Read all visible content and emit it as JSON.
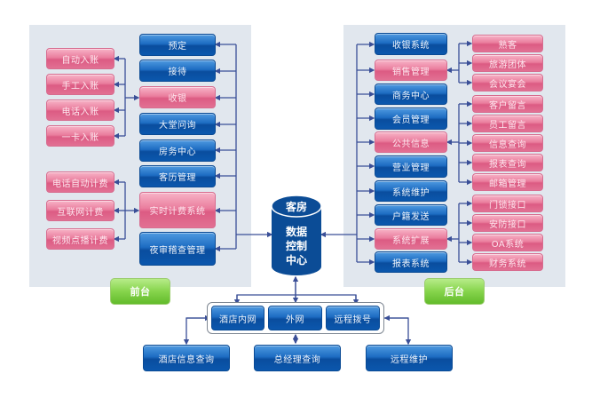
{
  "colors": {
    "panel_bg": "#e1e7ee",
    "blue": "#1d6cc2",
    "pink": "#e27093",
    "green": "#86d44c",
    "connector": "#3a4f97",
    "database": "#0b4c96"
  },
  "center": {
    "database_label_lines": [
      "客房",
      "数据",
      "控制",
      "中心"
    ]
  },
  "front_desk": {
    "label": "前台",
    "main_items": [
      {
        "label": "预定",
        "color": "blue"
      },
      {
        "label": "接待",
        "color": "blue"
      },
      {
        "label": "收银",
        "color": "pink"
      },
      {
        "label": "大堂问询",
        "color": "blue"
      },
      {
        "label": "房务中心",
        "color": "blue"
      },
      {
        "label": "客历管理",
        "color": "blue"
      },
      {
        "label": "实时计费系统",
        "color": "pink"
      },
      {
        "label": "夜审稽查管理",
        "color": "blue"
      }
    ],
    "cashier_sub_items": [
      "自动入账",
      "手工入账",
      "电话入账",
      "一卡入账"
    ],
    "billing_sub_items": [
      "电话自动计费",
      "互联网计费",
      "视频点播计费"
    ]
  },
  "back_office": {
    "label": "后台",
    "main_items": [
      {
        "label": "收银系统",
        "color": "blue"
      },
      {
        "label": "销售管理",
        "color": "pink"
      },
      {
        "label": "商务中心",
        "color": "blue"
      },
      {
        "label": "会员管理",
        "color": "blue"
      },
      {
        "label": "公共信息",
        "color": "pink"
      },
      {
        "label": "营业管理",
        "color": "blue"
      },
      {
        "label": "系统维护",
        "color": "blue"
      },
      {
        "label": "户籍发送",
        "color": "blue"
      },
      {
        "label": "系统扩展",
        "color": "pink"
      },
      {
        "label": "报表系统",
        "color": "blue"
      }
    ],
    "sales_sub_items": [
      "熟客",
      "旅游团体",
      "会议宴会"
    ],
    "public_info_sub_items": [
      "客户留言",
      "员工留言",
      "信息查询",
      "报表查询",
      "邮箱管理"
    ],
    "extension_sub_items": [
      "门锁接口",
      "安防接口",
      "OA系统",
      "财务系统"
    ]
  },
  "network": {
    "channels": [
      "酒店内网",
      "外网",
      "远程拨号"
    ],
    "endpoints": [
      "酒店信息查询",
      "总经理查询",
      "远程维护"
    ]
  }
}
